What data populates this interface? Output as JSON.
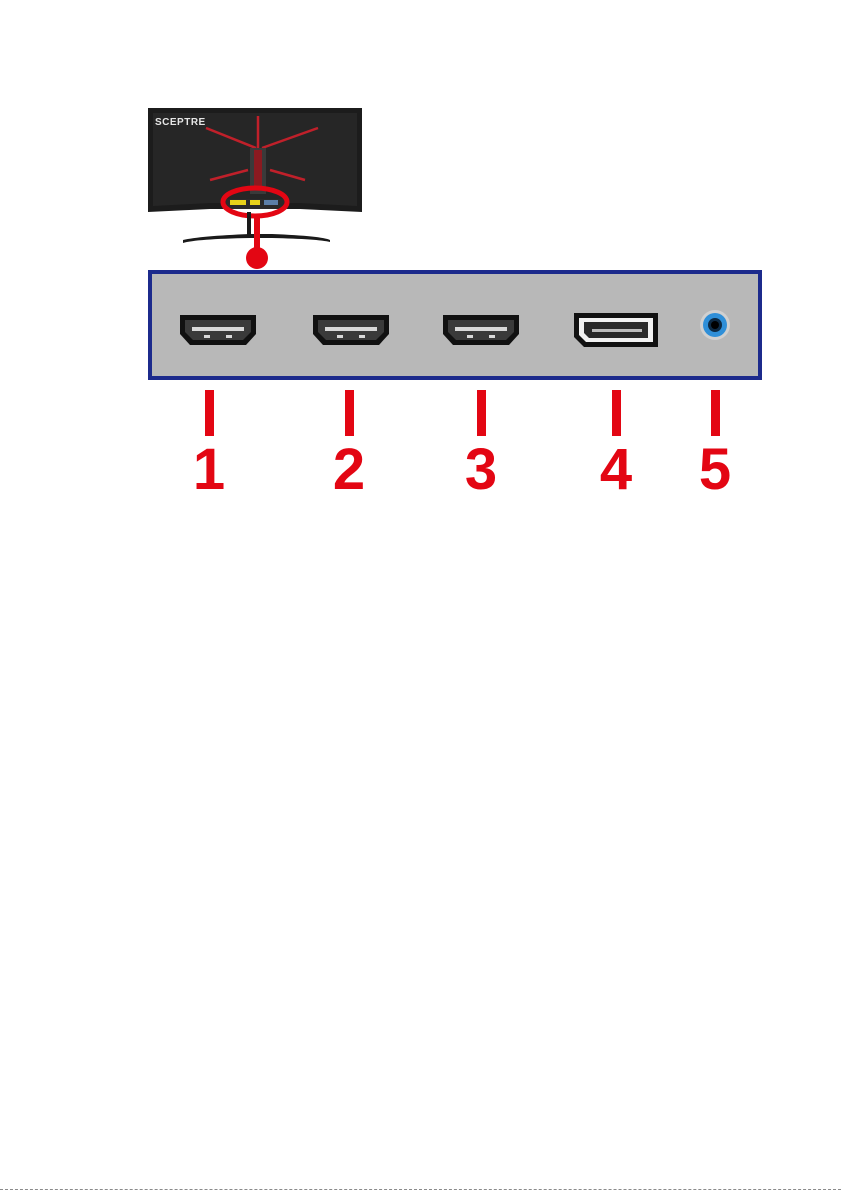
{
  "brand": "SCEPTRE",
  "colors": {
    "callout_red": "#e30613",
    "panel_border": "#1c2a8c",
    "panel_fill": "#b8b8b8",
    "monitor_body": "#1c1c1c",
    "monitor_accent": "#c0202a",
    "port_highlight": "#e8d21a",
    "audio_ring": "#2f8fd8"
  },
  "ports": [
    {
      "number": "1",
      "kind": "hdmi-port-icon"
    },
    {
      "number": "2",
      "kind": "hdmi-port-icon"
    },
    {
      "number": "3",
      "kind": "hdmi-port-icon"
    },
    {
      "number": "4",
      "kind": "displayport-icon"
    },
    {
      "number": "5",
      "kind": "audio-jack-icon"
    }
  ]
}
